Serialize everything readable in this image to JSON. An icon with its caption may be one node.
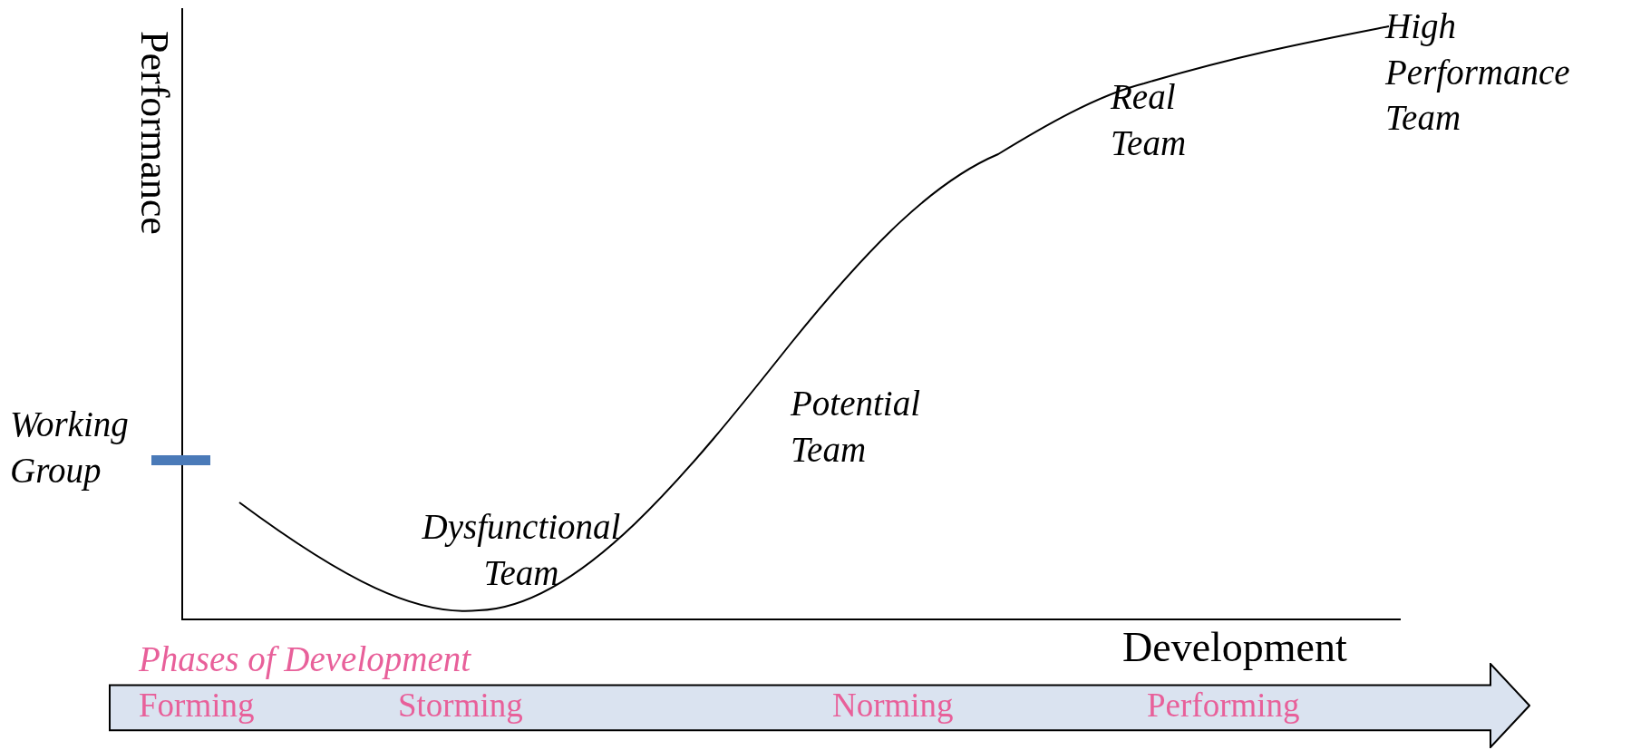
{
  "diagram": {
    "nodes": [
      {
        "text": [
          "Forming",
          "Storming",
          "Norming",
          "Performing"
        ]
      }
    ],
    "labels": [
      "High Performance Team",
      "Performance",
      "Real Team",
      "Potential Team",
      "Working Group",
      "Dysfunctional Team",
      "Development",
      "Phases of Development"
    ]
  }
}
